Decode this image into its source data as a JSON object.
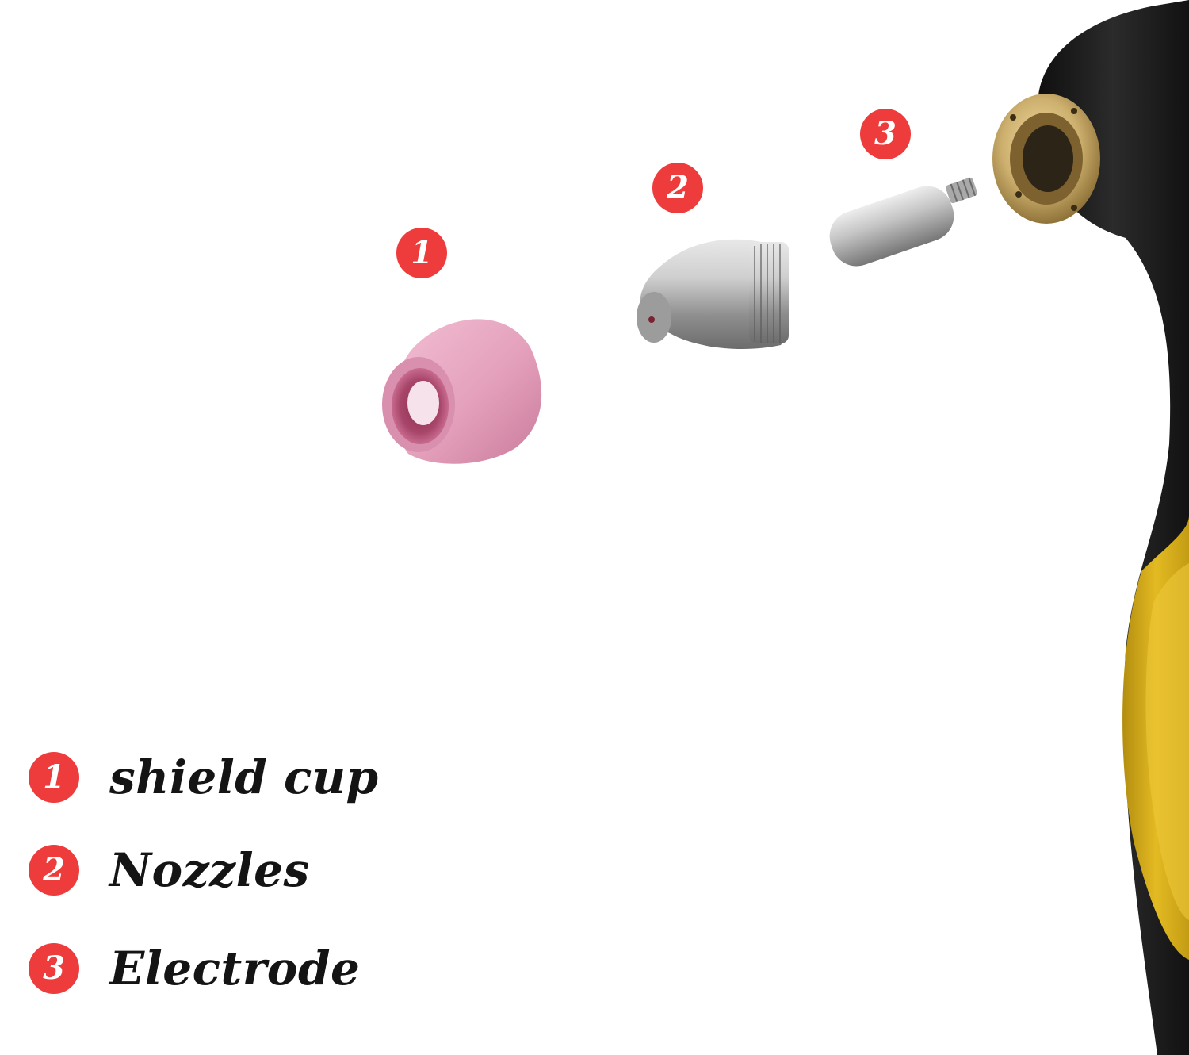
{
  "colors": {
    "marker": "#ee3b3b",
    "marker_text": "#ffffff",
    "label_text": "#141414",
    "shield_cup": "#e7a2bd",
    "metal": "#b9b9b9",
    "torch_body": "#1b1b1b",
    "brass": "#c9ac6c",
    "handle_accent": "#dcb21c"
  },
  "parts": [
    {
      "number": "1",
      "label": "shield cup",
      "icon": "ceramic-shield-cup"
    },
    {
      "number": "2",
      "label": "Nozzles",
      "icon": "metal-nozzle"
    },
    {
      "number": "3",
      "label": "Electrode",
      "icon": "metal-electrode"
    }
  ]
}
